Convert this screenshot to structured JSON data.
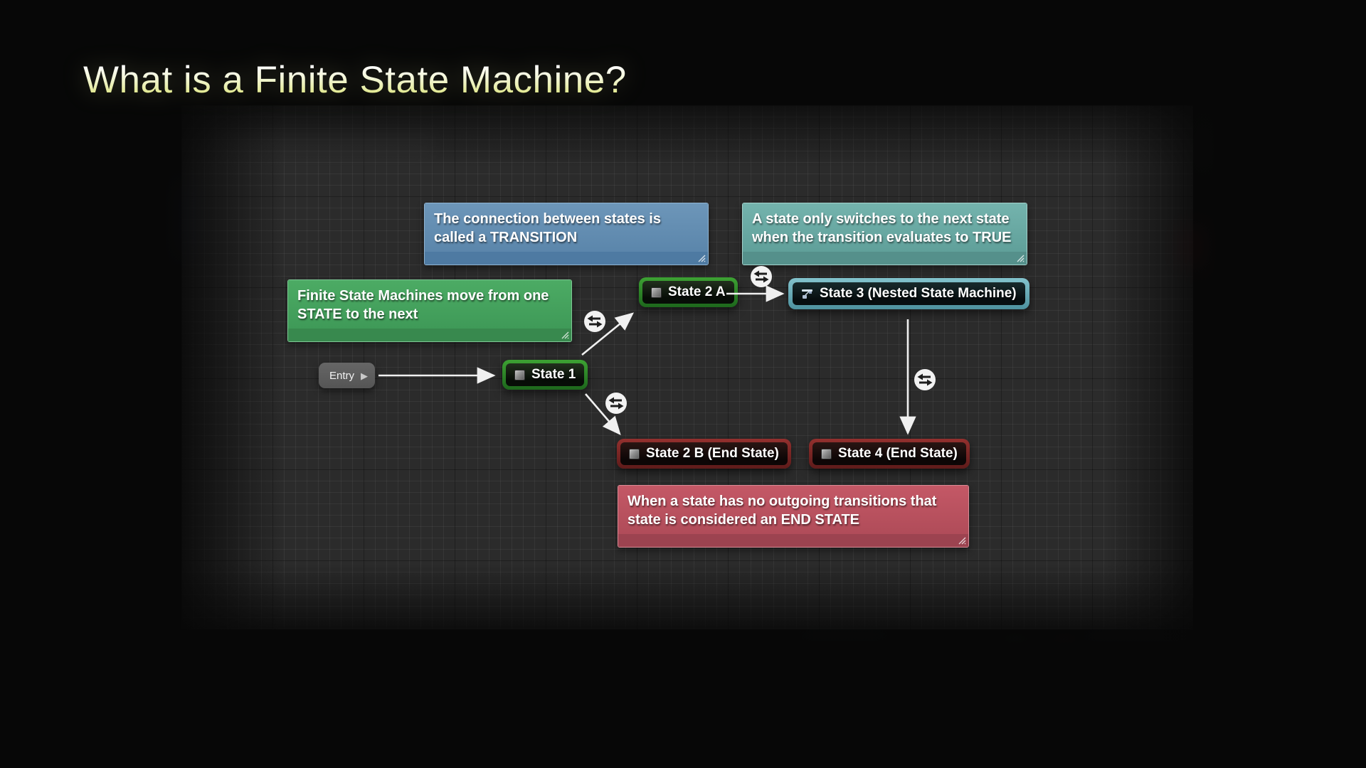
{
  "title": "What is a Finite State Machine?",
  "comments": {
    "transition": {
      "text": "The connection between states is called a TRANSITION",
      "color": "#5b86ab"
    },
    "true_condition": {
      "text": "A state only switches to the next state when the transition evaluates to TRUE",
      "color": "#60a09a"
    },
    "move": {
      "text": "Finite State Machines move from one STATE to the next",
      "color": "#3f9a58"
    },
    "end_state": {
      "text": "When a state has no outgoing transitions that state is considered an END STATE",
      "color": "#b04c59"
    }
  },
  "nodes": {
    "entry": {
      "label": "Entry",
      "color": "#5d5d5d"
    },
    "state1": {
      "label": "State 1",
      "color": "#2e8b27"
    },
    "state2a": {
      "label": "State 2 A",
      "color": "#2e8b27"
    },
    "state3": {
      "label": "State 3 (Nested State Machine)",
      "color": "#5fa7b4"
    },
    "state2b": {
      "label": "State 2 B (End State)",
      "color": "#7e2423"
    },
    "state4": {
      "label": "State 4 (End State)",
      "color": "#7e2423"
    }
  },
  "icons": {
    "entry_play": "play-icon",
    "state_box": "state-box-icon",
    "nested": "nested-state-machine-icon",
    "transition": "transition-bidirectional-icon",
    "resize": "resize-handle-icon"
  },
  "colors": {
    "page_background": "#070707",
    "grid_background": "#2b2b2b",
    "arrow": "#f0f0f0",
    "title": "#dde476"
  }
}
